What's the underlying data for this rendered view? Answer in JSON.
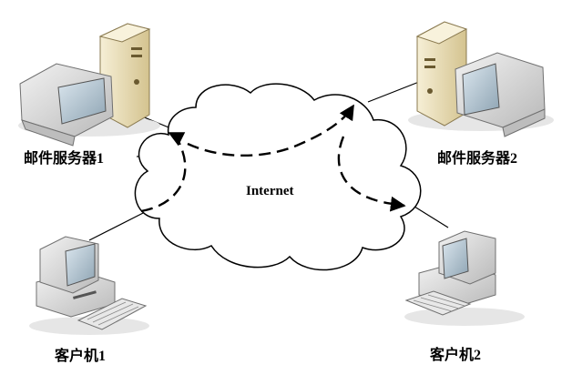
{
  "diagram": {
    "internet_label": "Internet",
    "nodes": {
      "server1": {
        "label": "邮件服务器1",
        "icon": "mail-server-icon"
      },
      "server2": {
        "label": "邮件服务器2",
        "icon": "mail-server-icon"
      },
      "client1": {
        "label": "客户机1",
        "icon": "client-computer-icon"
      },
      "client2": {
        "label": "客户机2",
        "icon": "client-computer-icon"
      }
    },
    "colors": {
      "server_case": "#e9dcb2",
      "monitor_case": "#d9d9d9",
      "screen": "#b8c8d2",
      "line": "#000000"
    }
  }
}
